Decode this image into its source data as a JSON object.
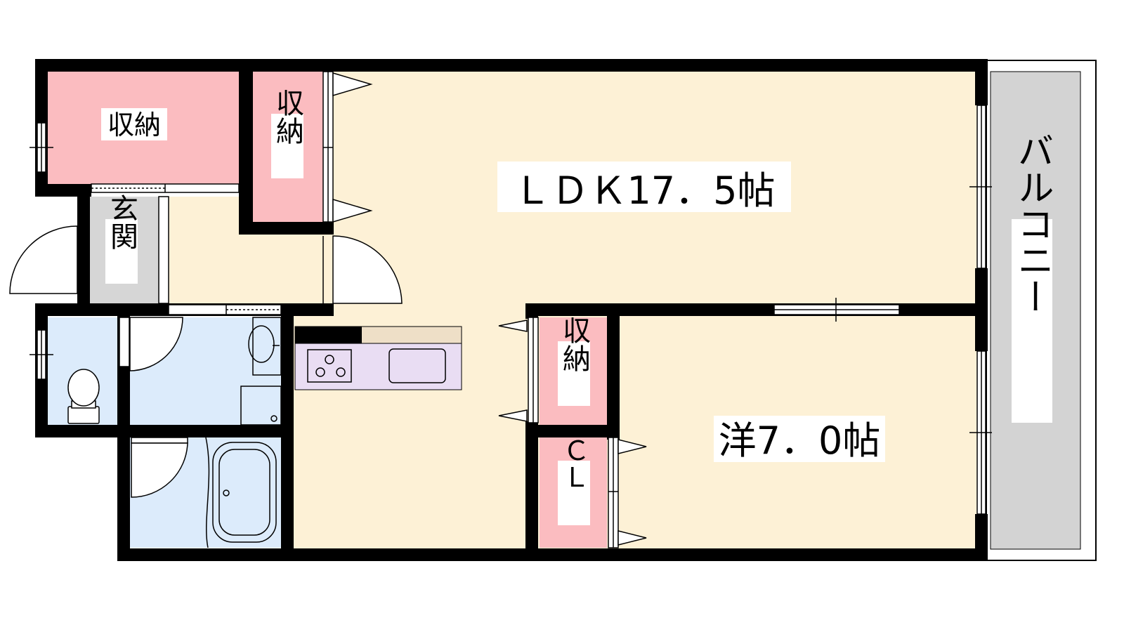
{
  "rooms": {
    "ldk": "ＬＤＫ17．5帖",
    "western": "洋7．0帖",
    "balcony": "バルコニー",
    "storage_top_left": "収納",
    "storage_top_mid": "収納",
    "storage_mid": "収納",
    "entrance": "玄関",
    "closet": "ＣＬ"
  },
  "colors": {
    "living_floor": "#fdf1d6",
    "storage": "#fbbcc0",
    "wet_area": "#dcebfb",
    "entrance": "#d6d6d6",
    "balcony": "#d3d3d3",
    "kitchen": "#e9ddf3",
    "kitchen_top": "#eedfc7",
    "wall": "#000000"
  }
}
